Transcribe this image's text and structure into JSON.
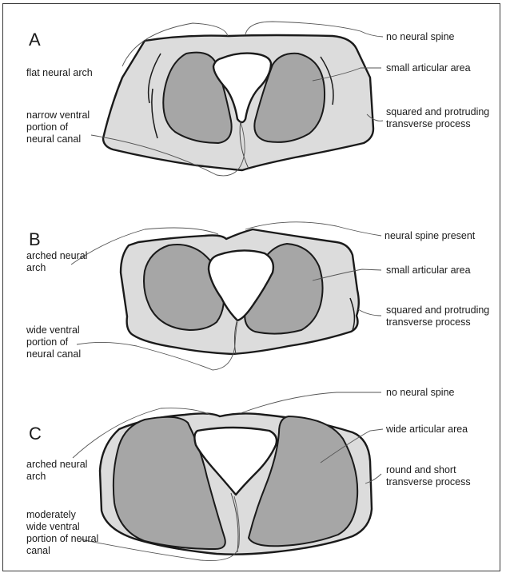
{
  "panels": [
    {
      "letter": "A",
      "labels": {
        "neural_arch": [
          "flat neural arch"
        ],
        "ventral_canal": [
          "narrow ventral",
          "portion of",
          "neural canal"
        ],
        "spine": [
          "no neural spine"
        ],
        "articular": [
          "small articular area"
        ],
        "transverse": [
          "squared and protruding",
          "transverse process"
        ]
      }
    },
    {
      "letter": "B",
      "labels": {
        "neural_arch": [
          "arched neural",
          "arch"
        ],
        "ventral_canal": [
          "wide ventral",
          "portion of",
          "neural canal"
        ],
        "spine": [
          "neural spine present"
        ],
        "articular": [
          "small articular area"
        ],
        "transverse": [
          "squared and protruding",
          "transverse process"
        ]
      }
    },
    {
      "letter": "C",
      "labels": {
        "neural_arch": [
          "arched neural",
          "arch"
        ],
        "ventral_canal": [
          "moderately",
          "wide ventral",
          "portion of neural",
          "canal"
        ],
        "spine": [
          "no neural spine"
        ],
        "articular": [
          "wide articular area"
        ],
        "transverse": [
          "round and short",
          "transverse process"
        ]
      }
    }
  ]
}
